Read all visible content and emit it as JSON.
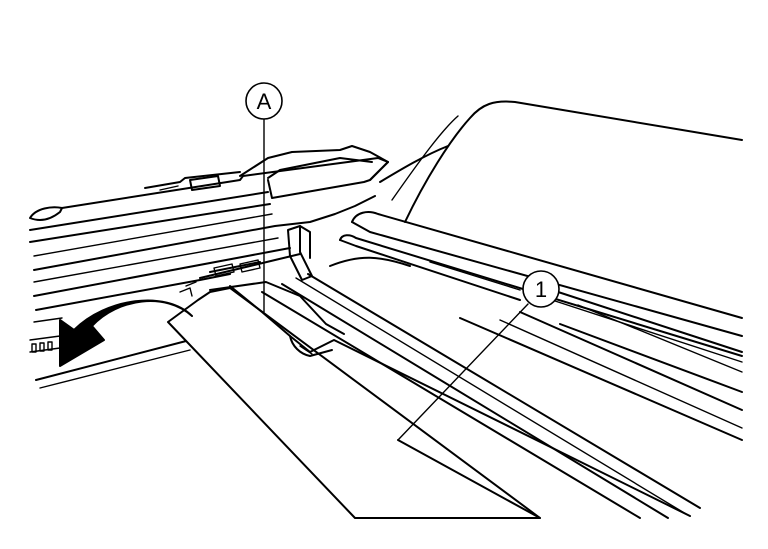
{
  "callouts": {
    "a": {
      "label": "A",
      "target": "clip"
    },
    "one": {
      "label": "1",
      "target": "cover"
    }
  },
  "colors": {
    "ink": "#000000",
    "paper": "#ffffff"
  },
  "icons": {
    "direction_arrow": "curved-arrow-left-icon"
  }
}
